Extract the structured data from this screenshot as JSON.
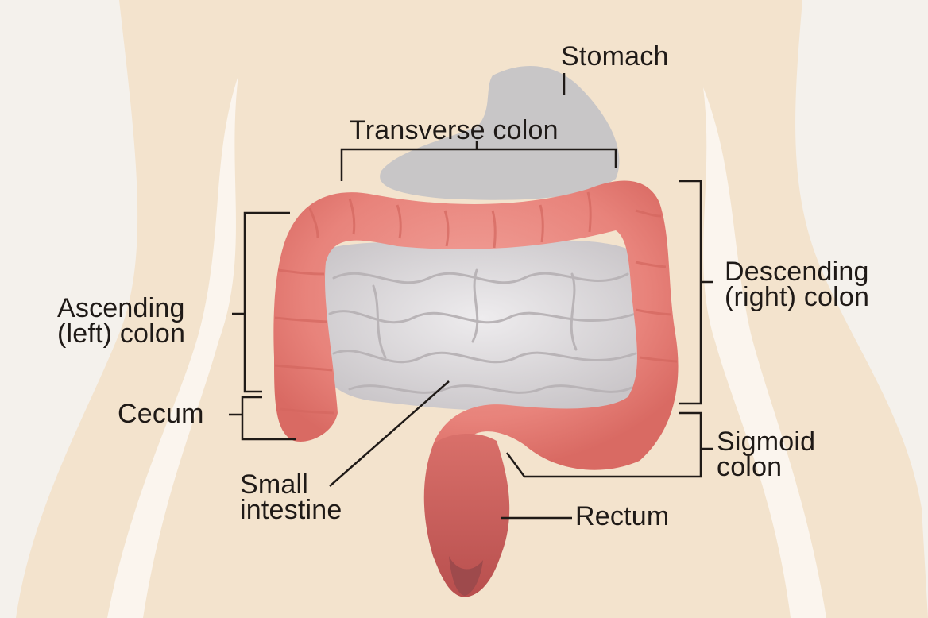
{
  "diagram": {
    "labels": {
      "stomach": "Stomach",
      "transverse_colon": "Transverse colon",
      "descending_colon": {
        "line1": "Descending",
        "line2": "(right) colon"
      },
      "ascending_colon": {
        "line1": "Ascending",
        "line2": "(left) colon"
      },
      "cecum": "Cecum",
      "sigmoid_colon": {
        "line1": "Sigmoid",
        "line2": "colon"
      },
      "small_intestine": {
        "line1": "Small",
        "line2": "intestine"
      },
      "rectum": "Rectum"
    },
    "colors": {
      "background": "#f4f1ec",
      "body": "#f3e2cc",
      "colon": "#e8837b",
      "small_intestine": "#d9d6d8",
      "stomach": "#c8c6c7",
      "rectum": "#c9605c",
      "leader_lines": "#1f1a17"
    }
  }
}
